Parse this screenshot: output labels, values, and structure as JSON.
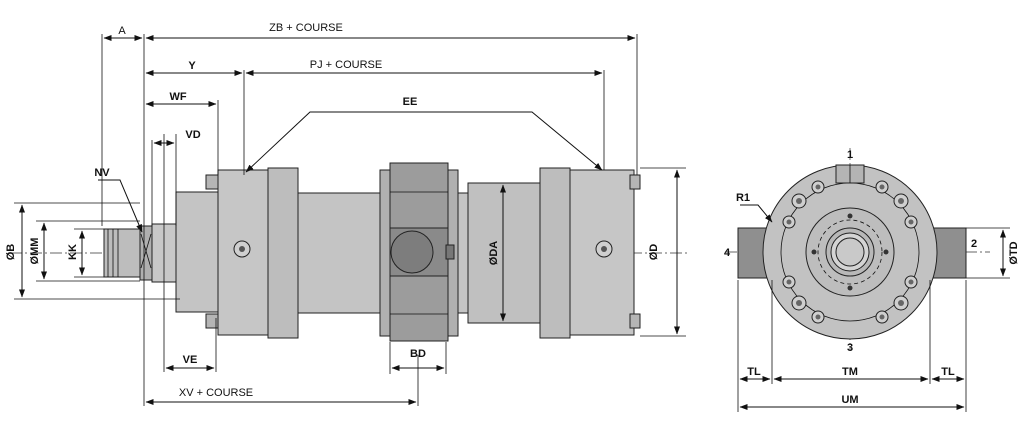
{
  "labels": {
    "zb": "ZB + COURSE",
    "a": "A",
    "y": "Y",
    "pj": "PJ + COURSE",
    "wf": "WF",
    "ee": "EE",
    "vd": "VD",
    "nv": "NV",
    "b": "ØB",
    "mm": "ØMM",
    "kk": "KK",
    "da": "ØDA",
    "d": "ØD",
    "bd": "BD",
    "ve": "VE",
    "xv": "XV + COURSE",
    "r1": "R1",
    "port1": "1",
    "port2": "2",
    "port3": "3",
    "port4": "4",
    "td": "ØTD",
    "tl_left": "TL",
    "tm": "TM",
    "tl_right": "TL",
    "um": "UM"
  },
  "colors": {
    "body": "#c4c4c4",
    "body_dark": "#a9a9a9",
    "trunnion": "#8f8f8f",
    "lines": "#111111"
  }
}
